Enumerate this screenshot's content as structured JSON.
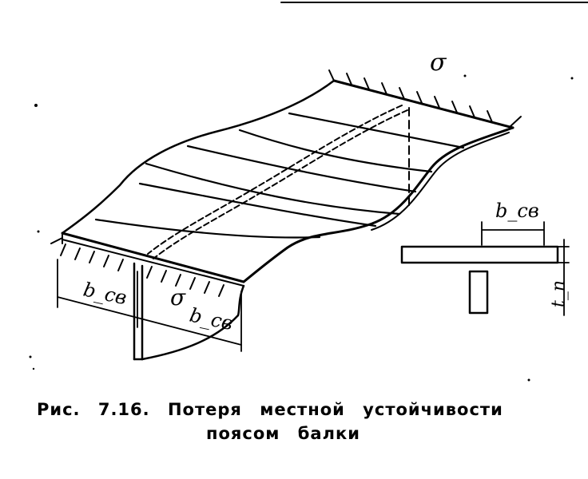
{
  "figure": {
    "labels": {
      "top_stress": "σ",
      "bottom_stress": "σ",
      "width_front": "b_св",
      "width_right": "b_св",
      "detail_width": "b_св",
      "detail_thickness": "t_п"
    }
  },
  "caption": {
    "line1": "Рис. 7.16. Потеря местной устойчивости",
    "line2": "поясом балки"
  }
}
